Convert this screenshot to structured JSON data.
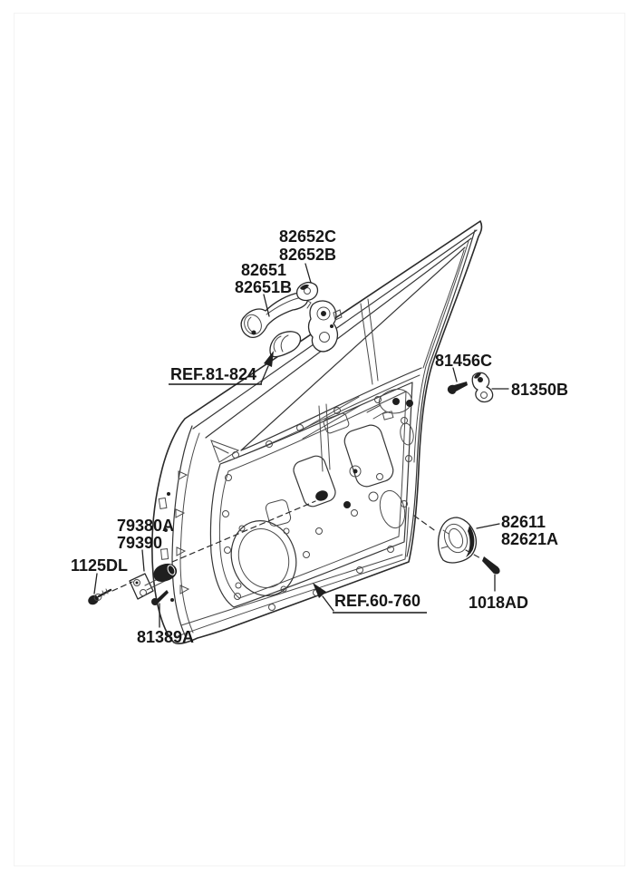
{
  "page": {
    "background_color": "#ffffff",
    "frame_border_color": "#f3f3f3",
    "line_color": "#2a2a2a",
    "label_color": "#161616"
  },
  "diagram": {
    "description": "Exploded parts diagram of a vehicle front door panel with handle, lock striker, door checker and inside handle housing hardware",
    "labels": {
      "p82652c": "82652C",
      "p82652b": "82652B",
      "p82651": "82651",
      "p82651b": "82651B",
      "ref81824": "REF.81-824",
      "p81456c": "81456C",
      "p81350b": "81350B",
      "p79380a": "79380A",
      "p79390": "79390",
      "p1125dl": "1125DL",
      "p81389a": "81389A",
      "p82611": "82611",
      "p82621a": "82621A",
      "p1018ad": "1018AD",
      "ref60760": "REF.60-760"
    }
  }
}
